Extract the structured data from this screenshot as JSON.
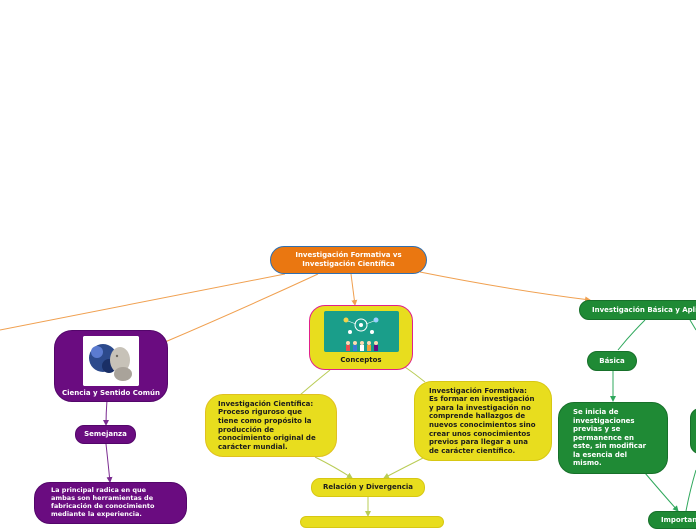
{
  "diagram": {
    "central": "Investigación Formativa vs Investigación Científica",
    "conceptos": {
      "label": "Conceptos",
      "image_icon": "people-network-icon",
      "cientifica": "Investigación Científica: Proceso riguroso que tiene como propósito la producción de conocimiento original de carácter mundial.",
      "formativa": "Investigación Formativa: Es formar en investigación y para la investigación no comprende hallazgos de nuevos conocimientos sino crear unos conocimientos previos para llegar a una de carácter científico.",
      "relacion": "Relación y Divergencia"
    },
    "ciencia": {
      "label": "Ciencia y Sentido Común",
      "image_icon": "thinker-statue-icon",
      "semejanza": "Semejanza",
      "semejanza_text": "La principal radica en que ambas son herramientas de fabricación de conocimiento mediante la experiencia."
    },
    "basica_aplicada": {
      "label": "Investigación Básica y Aplicada",
      "basica": "Básica",
      "basica_text": "Se inicia de investigaciones previas y se permanence en este, sin modificar la esencia del mismo.",
      "partial_label": "Importanci"
    }
  },
  "colors": {
    "central": "#ea7711",
    "yellow": "#e8dd1e",
    "purple": "#6a0c80",
    "green": "#1f8a35",
    "connector": "#f0a050"
  }
}
